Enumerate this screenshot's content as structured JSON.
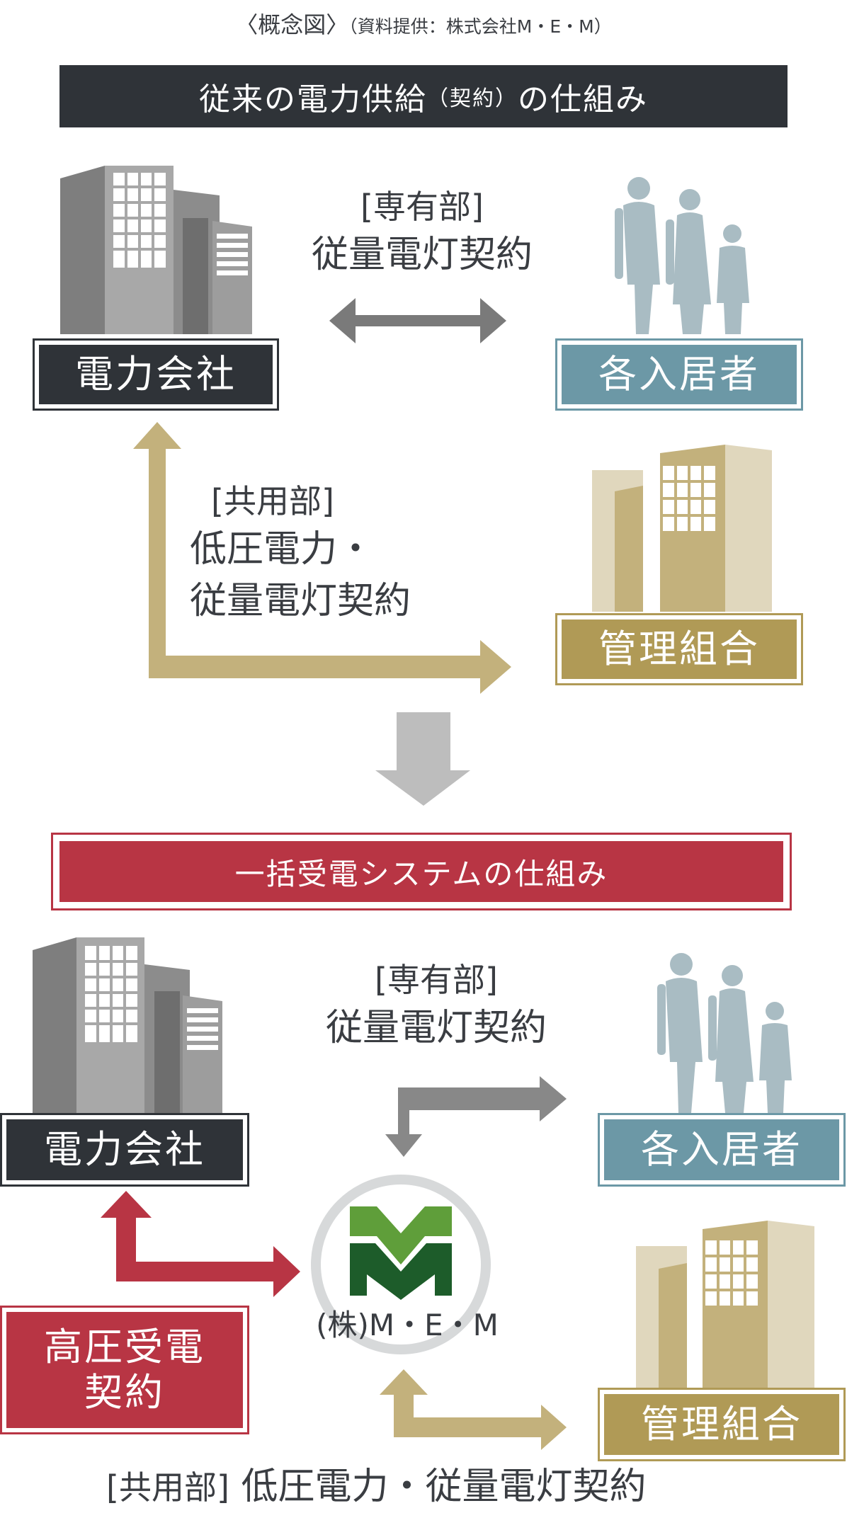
{
  "caption": {
    "main": "〈概念図〉",
    "sub": "（資料提供：株式会社M・E・M）"
  },
  "section1": {
    "title_a": "従来の電力供給",
    "title_b": "（契約）",
    "title_c": "の仕組み",
    "power_company": "電力会社",
    "residents": "各入居者",
    "management": "管理組合",
    "private_tag": "[専有部]",
    "private_contract": "従量電灯契約",
    "common_tag": "[共用部]",
    "common_line1": "低圧電力・",
    "common_line2": "従量電灯契約"
  },
  "section2": {
    "title": "一括受電システムの仕組み",
    "power_company": "電力会社",
    "residents": "各入居者",
    "management": "管理組合",
    "private_tag": "[専有部]",
    "private_contract": "従量電灯契約",
    "hv_line1": "高圧受電",
    "hv_line2": "契約",
    "mem_name": "(株)M・E・M",
    "common_tag": "[共用部]",
    "common_text": "低圧電力・従量電灯契約"
  },
  "colors": {
    "dark": "#2f3338",
    "blue": "#6c98a6",
    "gold": "#b09a56",
    "red": "#b83544",
    "green_dark": "#1d5c2a",
    "green_light": "#5f9e3a"
  }
}
